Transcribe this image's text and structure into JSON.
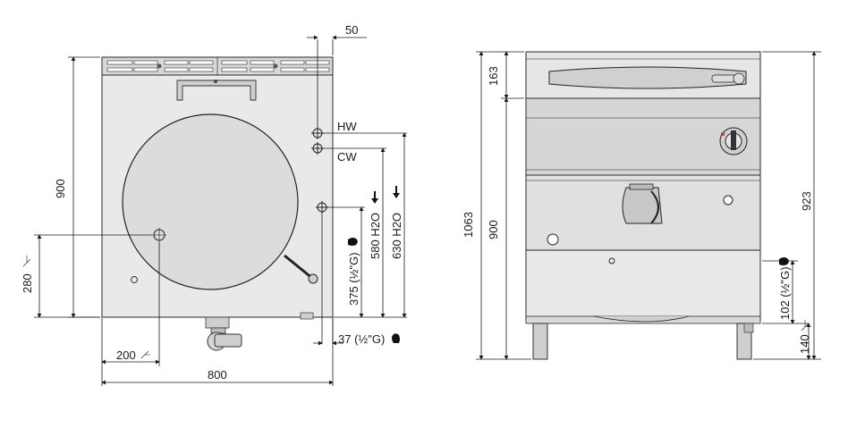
{
  "top_view": {
    "dim_top_offset": "50",
    "dim_width": "800",
    "dim_depth": "900",
    "dim_280": "280",
    "dim_200": "200",
    "label_hw": "HW",
    "label_cw": "CW",
    "dim_375": "375 (½\"G)",
    "dim_580": "580  H2O",
    "dim_630": "630  H2O",
    "dim_37": "37 (½\"G)"
  },
  "front_view": {
    "dim_1063": "1063",
    "dim_163": "163",
    "dim_900": "900",
    "dim_923": "923",
    "dim_102": "102 (½\"G)",
    "dim_140": "140"
  },
  "colors": {
    "body_fill": "#e8e8e8",
    "panel_fill": "#d4d4d4",
    "dark": "#333333",
    "knob_red": "#c0392b"
  }
}
